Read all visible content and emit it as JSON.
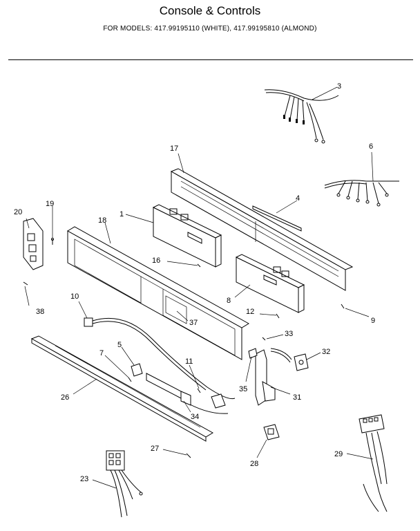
{
  "title": "Console & Controls",
  "subtitle": "FOR MODELS: 417.99195110 (WHITE), 417.99195810 (ALMOND)",
  "callouts": {
    "c1": "1",
    "c3": "3",
    "c4": "4",
    "c5": "5",
    "c6": "6",
    "c7": "7",
    "c8": "8",
    "c9": "9",
    "c10": "10",
    "c11": "11",
    "c12": "12",
    "c16": "16",
    "c17": "17",
    "c18": "18",
    "c19": "19",
    "c20": "20",
    "c23": "23",
    "c26": "26",
    "c27": "27",
    "c28": "28",
    "c29": "29",
    "c31": "31",
    "c32": "32",
    "c33": "33",
    "c34": "34",
    "c35": "35",
    "c37": "37",
    "c38": "38"
  }
}
